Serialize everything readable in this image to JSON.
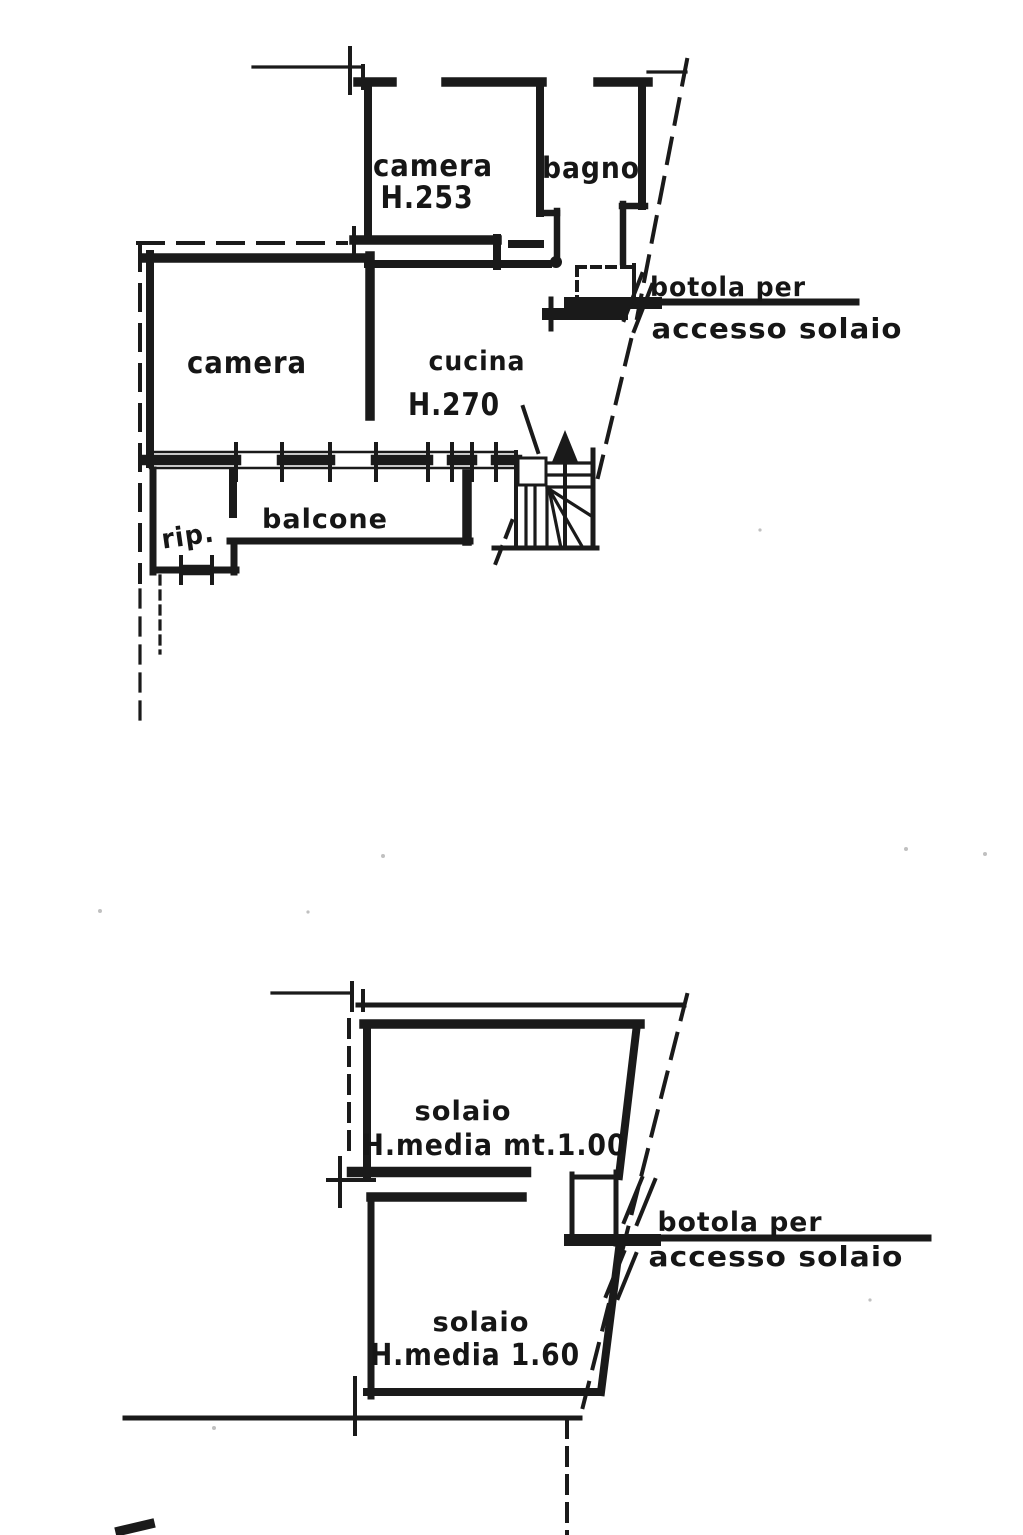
{
  "colors": {
    "ink": "#1a1a1a",
    "paper": "#ffffff"
  },
  "upper_plan": {
    "rooms": {
      "camera_small": {
        "name": "camera",
        "height": "H.253"
      },
      "bagno": {
        "name": "bagno"
      },
      "camera_large": {
        "name": "camera"
      },
      "cucina": {
        "name": "cucina",
        "height": "H.270"
      },
      "rip": {
        "name": "rip."
      },
      "balcone": {
        "name": "balcone"
      }
    },
    "hatch_note": {
      "line1": "botola per",
      "line2": "accesso solaio"
    }
  },
  "lower_plan": {
    "rooms": {
      "solaio_upper": {
        "name": "solaio",
        "height": "H.media mt.1.00"
      },
      "solaio_lower": {
        "name": "solaio",
        "height": "H.media 1.60"
      }
    },
    "hatch_note": {
      "line1": "botola per",
      "line2": "accesso solaio"
    }
  }
}
